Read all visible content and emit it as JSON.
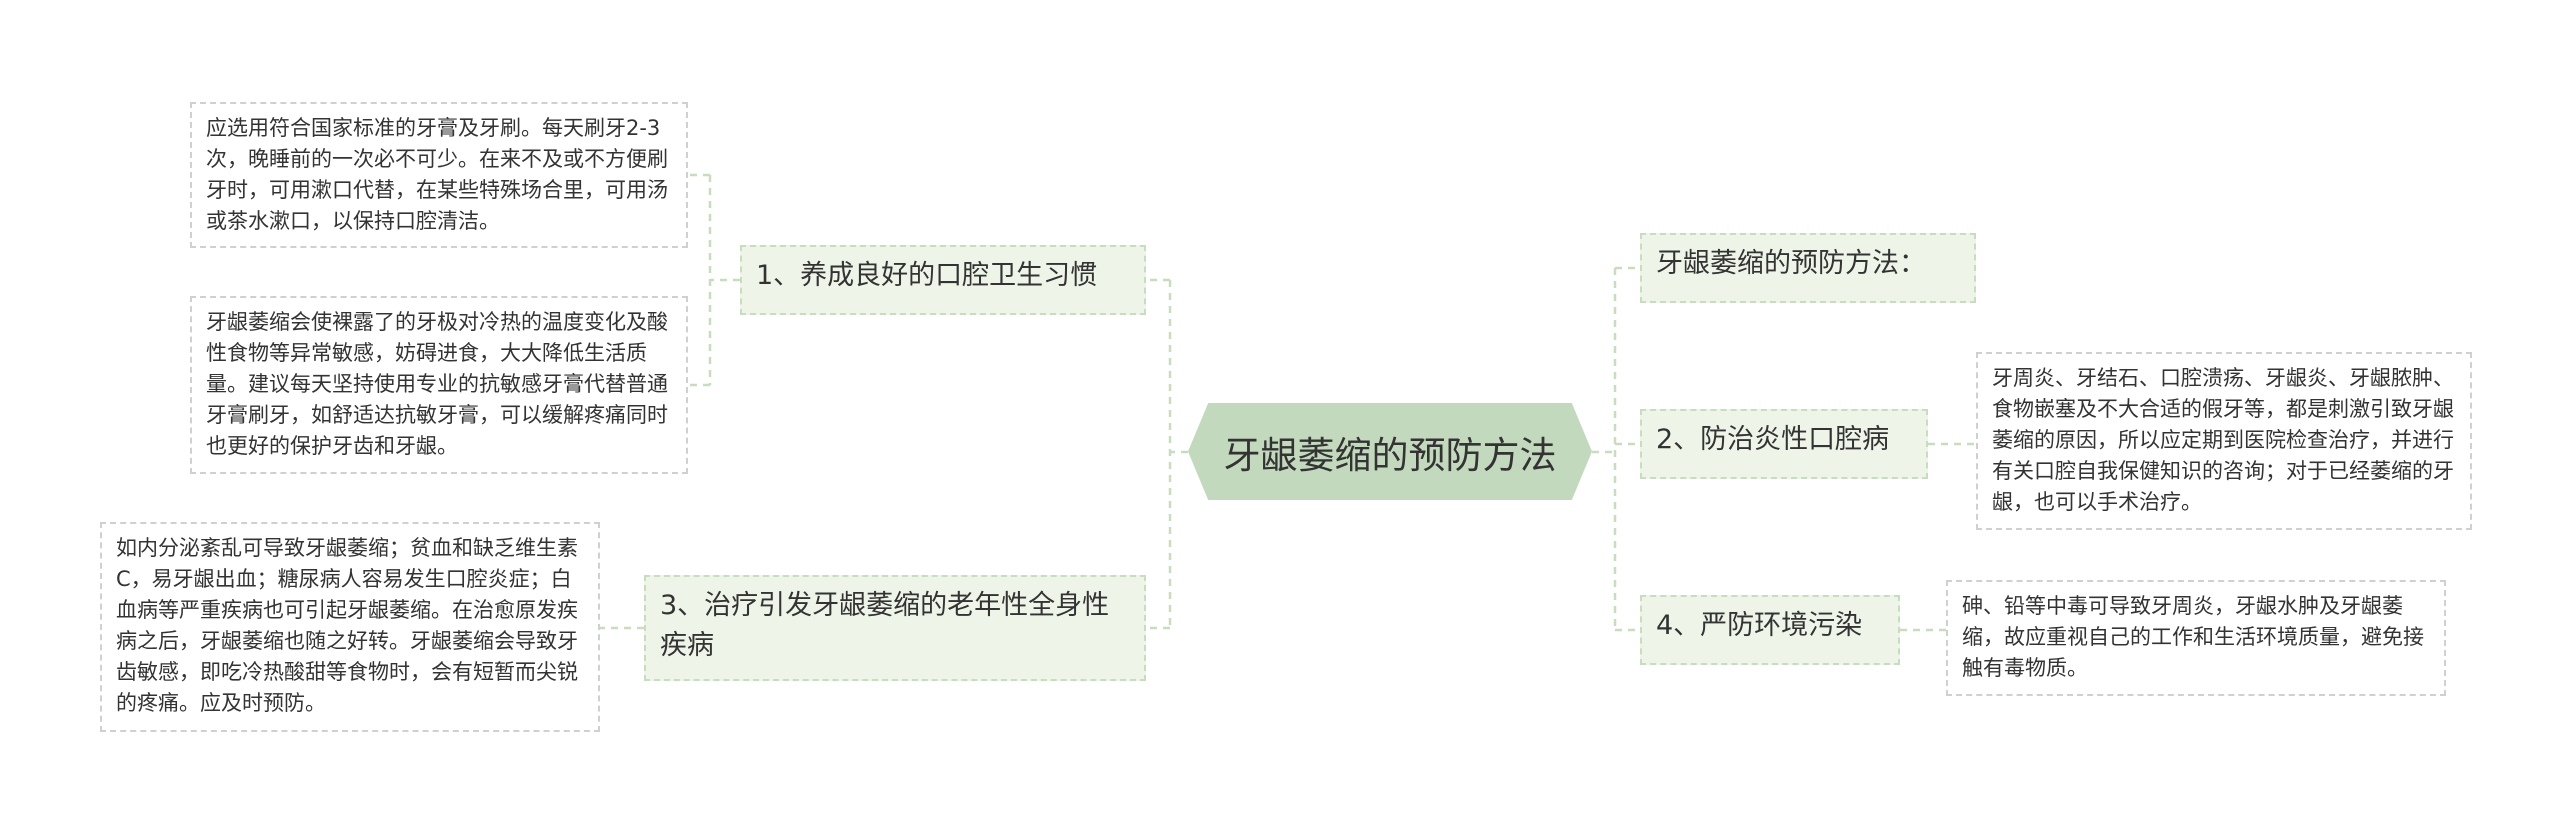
{
  "mindmap": {
    "root": "牙龈萎缩的预防方法",
    "branches": [
      {
        "label": "1、养成良好的口腔卫生习惯",
        "details": [
          "应选用符合国家标准的牙膏及牙刷。每天刷牙2-3次，晚睡前的一次必不可少。在来不及或不方便刷牙时，可用漱口代替，在某些特殊场合里，可用汤或茶水漱口，以保持口腔清洁。",
          "牙龈萎缩会使裸露了的牙极对冷热的温度变化及酸性食物等异常敏感，妨碍进食，大大降低生活质量。建议每天坚持使用专业的抗敏感牙膏代替普通牙膏刷牙，如舒适达抗敏牙膏，可以缓解疼痛同时也更好的保护牙齿和牙龈。"
        ]
      },
      {
        "label": "3、治疗引发牙龈萎缩的老年性全身性疾病",
        "details": [
          "如内分泌紊乱可导致牙龈萎缩；贫血和缺乏维生素C，易牙龈出血；糖尿病人容易发生口腔炎症；白血病等严重疾病也可引起牙龈萎缩。在治愈原发疾病之后，牙龈萎缩也随之好转。牙龈萎缩会导致牙齿敏感，即吃冷热酸甜等食物时，会有短暂而尖锐的疼痛。应及时预防。"
        ]
      },
      {
        "label": "牙龈萎缩的预防方法：",
        "details": []
      },
      {
        "label": "2、防治炎性口腔病",
        "details": [
          "牙周炎、牙结石、口腔溃疡、牙龈炎、牙龈脓肿、食物嵌塞及不大合适的假牙等，都是刺激引致牙龈萎缩的原因，所以应定期到医院检查治疗，并进行有关口腔自我保健知识的咨询；对于已经萎缩的牙龈，也可以手术治疗。"
        ]
      },
      {
        "label": "4、严防环境污染",
        "details": [
          "砷、铅等中毒可导致牙周炎，牙龈水肿及牙龈萎缩，故应重视自己的工作和生活环境质量，避免接触有毒物质。"
        ]
      }
    ]
  }
}
